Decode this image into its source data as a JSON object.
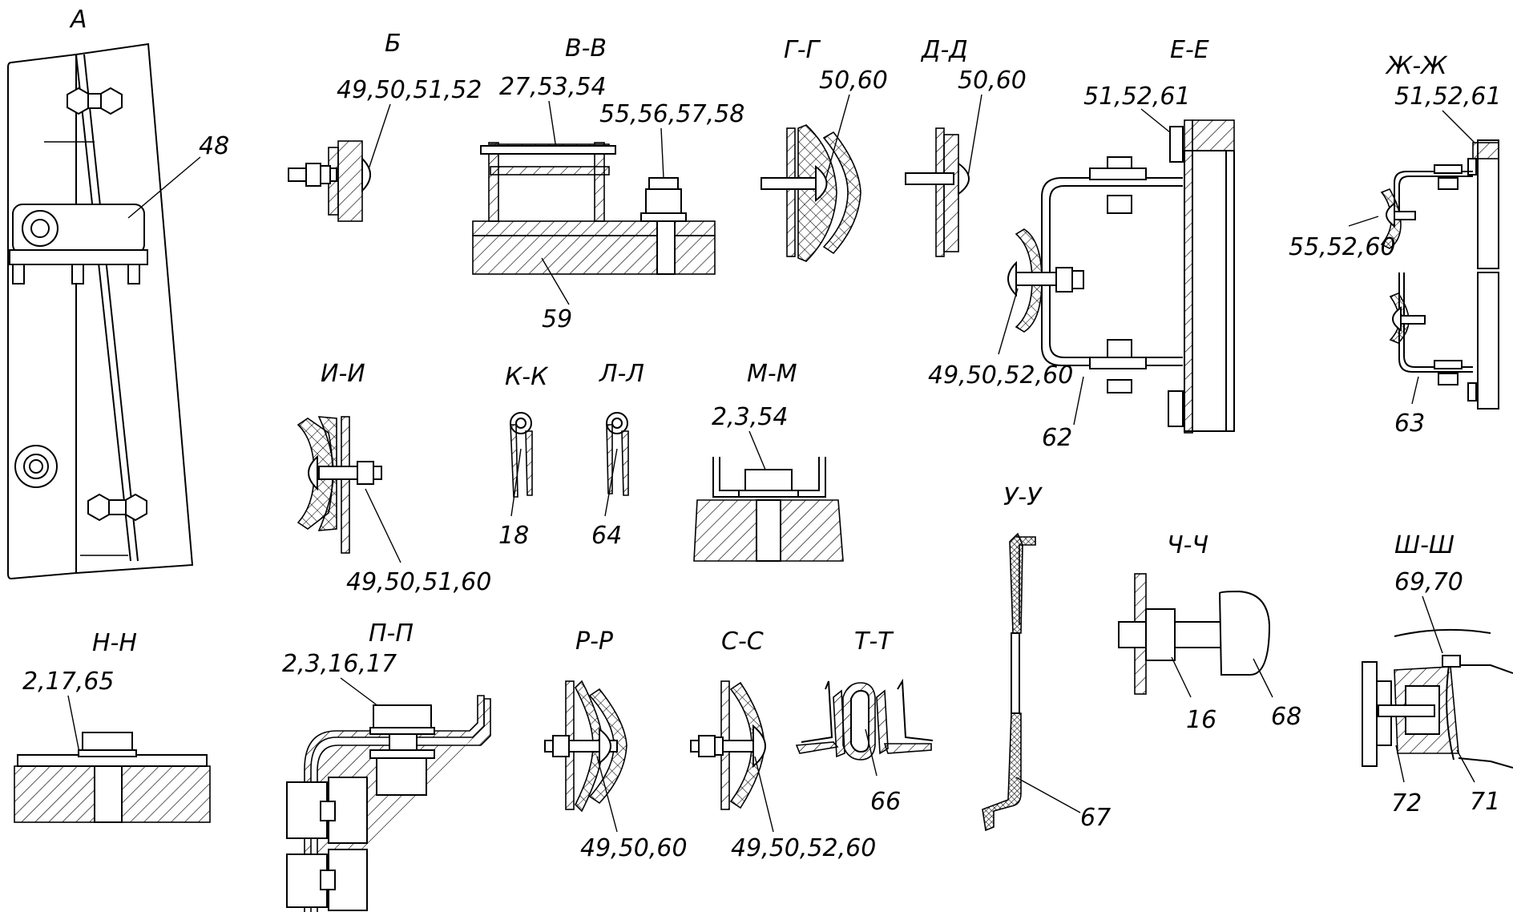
{
  "views": {
    "A": {
      "title": "А",
      "labels": [
        "48"
      ]
    },
    "B": {
      "title": "Б",
      "labels": [
        "49,50,51,52"
      ]
    },
    "V": {
      "title": "В-В",
      "labels": [
        "27,53,54",
        "55,56,57,58",
        "59"
      ]
    },
    "G": {
      "title": "Г-Г",
      "labels": [
        "50,60"
      ]
    },
    "D": {
      "title": "Д-Д",
      "labels": [
        "50,60"
      ]
    },
    "E": {
      "title": "Е-Е",
      "labels": [
        "51,52,61",
        "49,50,52,60",
        "62"
      ]
    },
    "Zh": {
      "title": "Ж-Ж",
      "labels": [
        "51,52,61",
        "55,52,60",
        "63"
      ]
    },
    "I": {
      "title": "И-И",
      "labels": [
        "49,50,51,60"
      ]
    },
    "K": {
      "title": "К-К",
      "labels": [
        "18"
      ]
    },
    "L": {
      "title": "Л-Л",
      "labels": [
        "64"
      ]
    },
    "M": {
      "title": "М-М",
      "labels": [
        "2,3,54"
      ]
    },
    "N": {
      "title": "Н-Н",
      "labels": [
        "2,17,65"
      ]
    },
    "P": {
      "title": "П-П",
      "labels": [
        "2,3,16,17"
      ]
    },
    "R": {
      "title": "Р-Р",
      "labels": [
        "49,50,60"
      ]
    },
    "S": {
      "title": "С-С",
      "labels": [
        "49,50,52,60"
      ]
    },
    "T": {
      "title": "Т-Т",
      "labels": [
        "66"
      ]
    },
    "U": {
      "title": "У-У",
      "labels": [
        "67"
      ]
    },
    "Ch": {
      "title": "Ч-Ч",
      "labels": [
        "16",
        "68"
      ]
    },
    "Sh": {
      "title": "Ш-Ш",
      "labels": [
        "69,70",
        "72",
        "71"
      ]
    }
  }
}
